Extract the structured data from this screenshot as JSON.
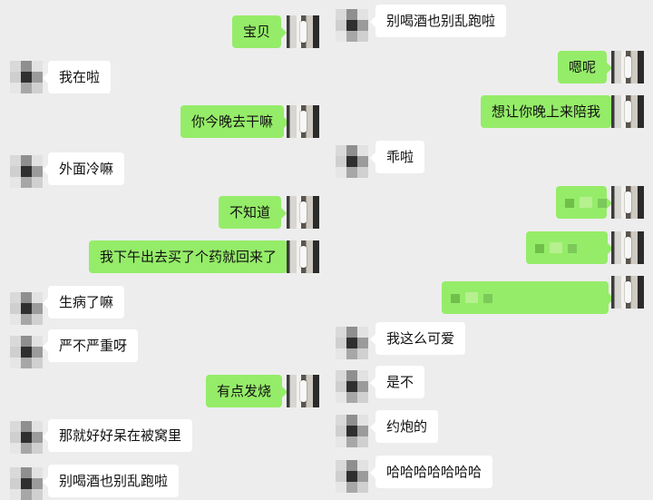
{
  "colors": {
    "background": "#ededed",
    "incoming_bubble": "#ffffff",
    "outgoing_bubble": "#95ec69"
  },
  "left_column": {
    "messages": [
      {
        "text": "宝贝",
        "side": "right"
      },
      {
        "text": "我在啦",
        "side": "left"
      },
      {
        "text": "你今晚去干嘛",
        "side": "right"
      },
      {
        "text": "外面冷嘛",
        "side": "left"
      },
      {
        "text": "不知道",
        "side": "right"
      },
      {
        "text": "我下午出去买了个药就回来了",
        "side": "right"
      },
      {
        "text": "生病了嘛",
        "side": "left"
      },
      {
        "text": "严不严重呀",
        "side": "left"
      },
      {
        "text": "有点发烧",
        "side": "right"
      },
      {
        "text": "那就好好呆在被窝里",
        "side": "left"
      },
      {
        "text": "别喝酒也别乱跑啦",
        "side": "left"
      }
    ]
  },
  "right_column": {
    "messages": [
      {
        "text": "别喝酒也别乱跑啦",
        "side": "left"
      },
      {
        "text": "嗯呢",
        "side": "right"
      },
      {
        "text": "想让你晚上来陪我",
        "side": "right"
      },
      {
        "text": "乖啦",
        "side": "left"
      },
      {
        "text": "",
        "side": "right",
        "blurred": true
      },
      {
        "text": "",
        "side": "right",
        "blurred": true
      },
      {
        "text": "",
        "side": "right",
        "blurred": true
      },
      {
        "text": "我这么可爱",
        "side": "left"
      },
      {
        "text": "是不",
        "side": "left"
      },
      {
        "text": "约炮的",
        "side": "left"
      },
      {
        "text": "哈哈哈哈哈哈哈",
        "side": "left"
      }
    ]
  },
  "icons": {
    "incoming_avatar": "pixelated-avatar-icon",
    "outgoing_avatar": "photo-avatar-icon"
  }
}
